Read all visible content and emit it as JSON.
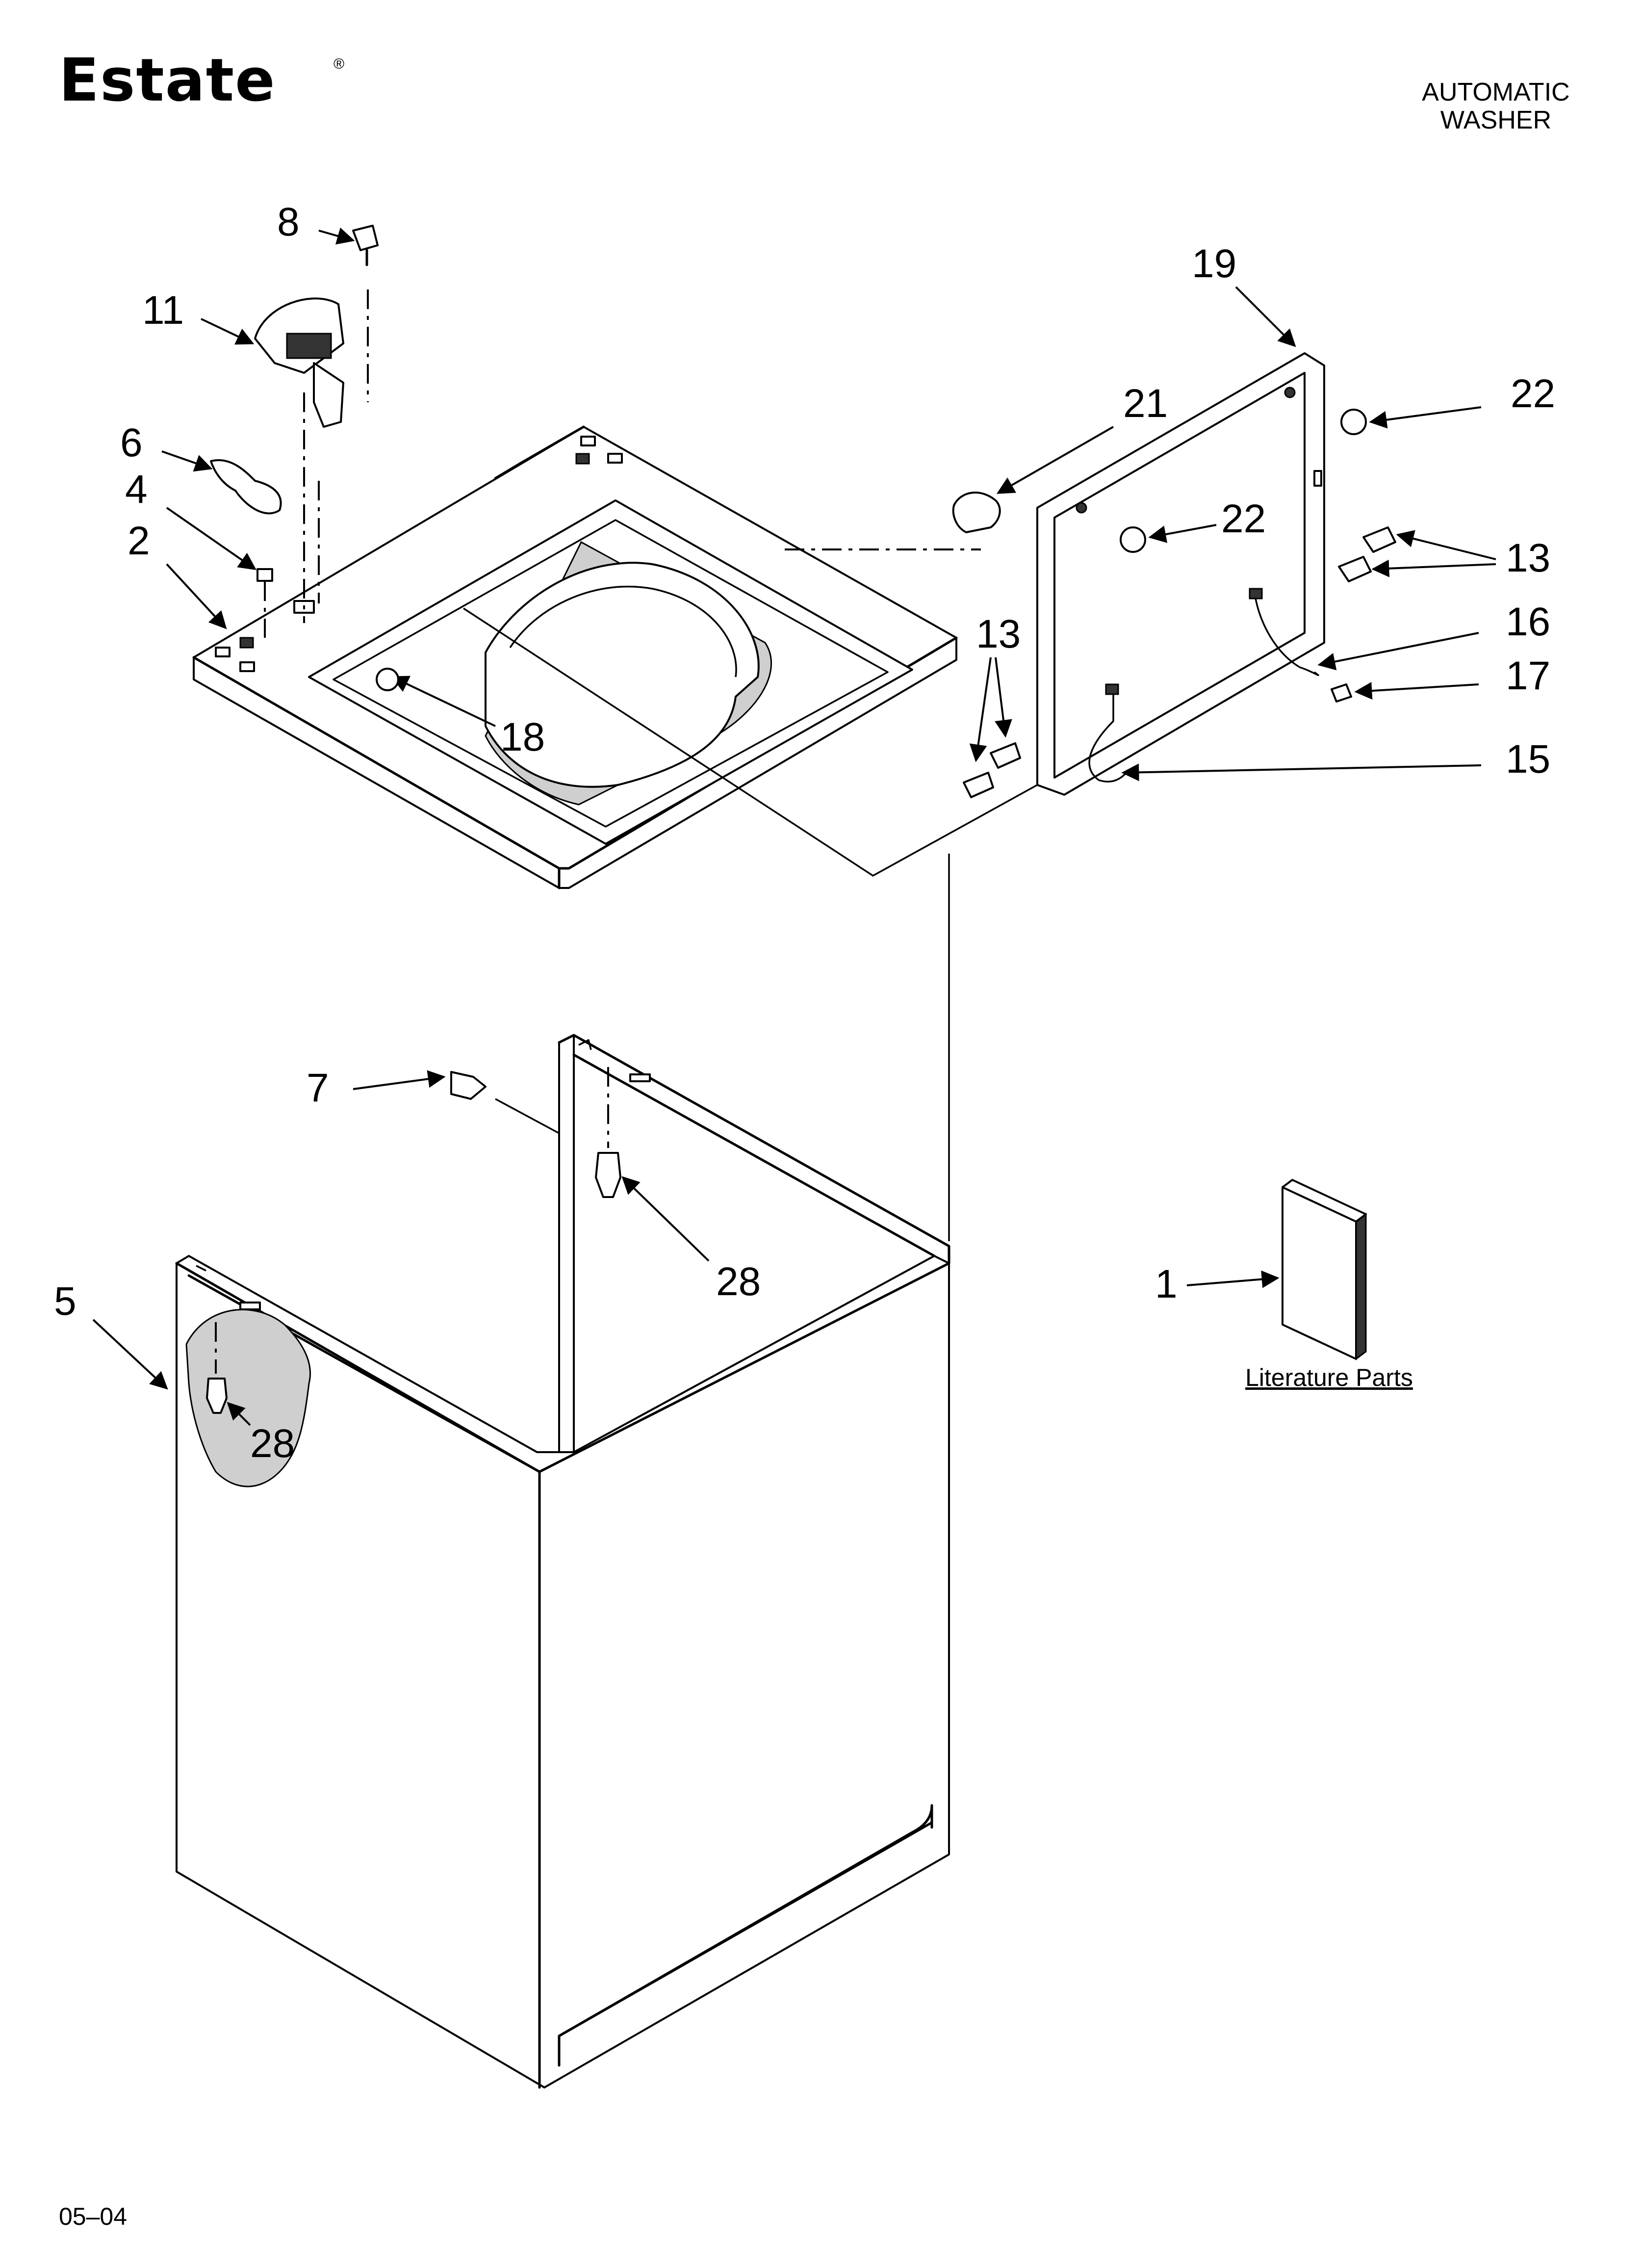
{
  "brand": {
    "logo_text": "Estate",
    "registered_mark": "®"
  },
  "header": {
    "line1": "AUTOMATIC",
    "line2": "WASHER"
  },
  "footer": {
    "code": "05–04"
  },
  "literature": {
    "label": "Literature Parts"
  },
  "callouts": {
    "p1": "1",
    "p2": "2",
    "p4": "4",
    "p5": "5",
    "p6": "6",
    "p7": "7",
    "p8": "8",
    "p11": "11",
    "p13a": "13",
    "p13b": "13",
    "p15": "15",
    "p16": "16",
    "p17": "17",
    "p18": "18",
    "p19": "19",
    "p21": "21",
    "p22a": "22",
    "p22b": "22",
    "p28a": "28",
    "p28b": "28"
  }
}
